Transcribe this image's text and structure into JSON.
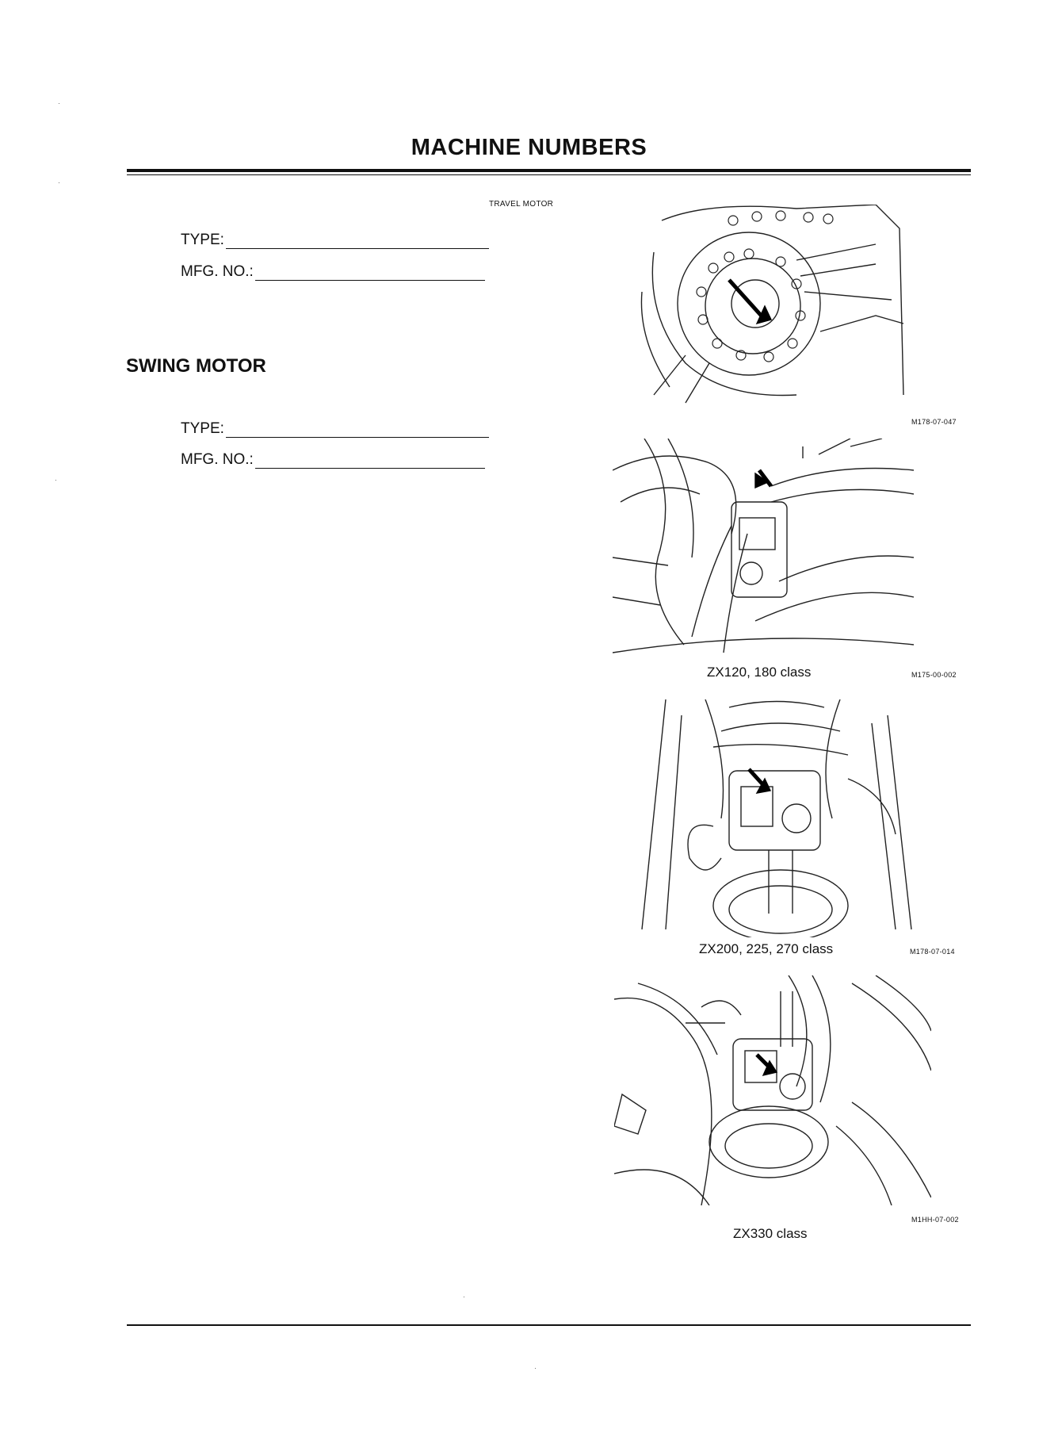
{
  "page": {
    "title": "MACHINE NUMBERS"
  },
  "travel_motor": {
    "label": "TRAVEL MOTOR",
    "type_label": "TYPE:",
    "mfg_label": "MFG. NO.:",
    "figure_code": "M178-07-047"
  },
  "swing_motor": {
    "heading": "SWING MOTOR",
    "type_label": "TYPE:",
    "mfg_label": "MFG. NO.:"
  },
  "figures": [
    {
      "caption": "ZX120, 180 class",
      "code": "M175-00-002"
    },
    {
      "caption": "ZX200, 225, 270 class",
      "code": "M178-07-014"
    },
    {
      "caption": "ZX330 class",
      "code": "M1HH-07-002"
    }
  ]
}
